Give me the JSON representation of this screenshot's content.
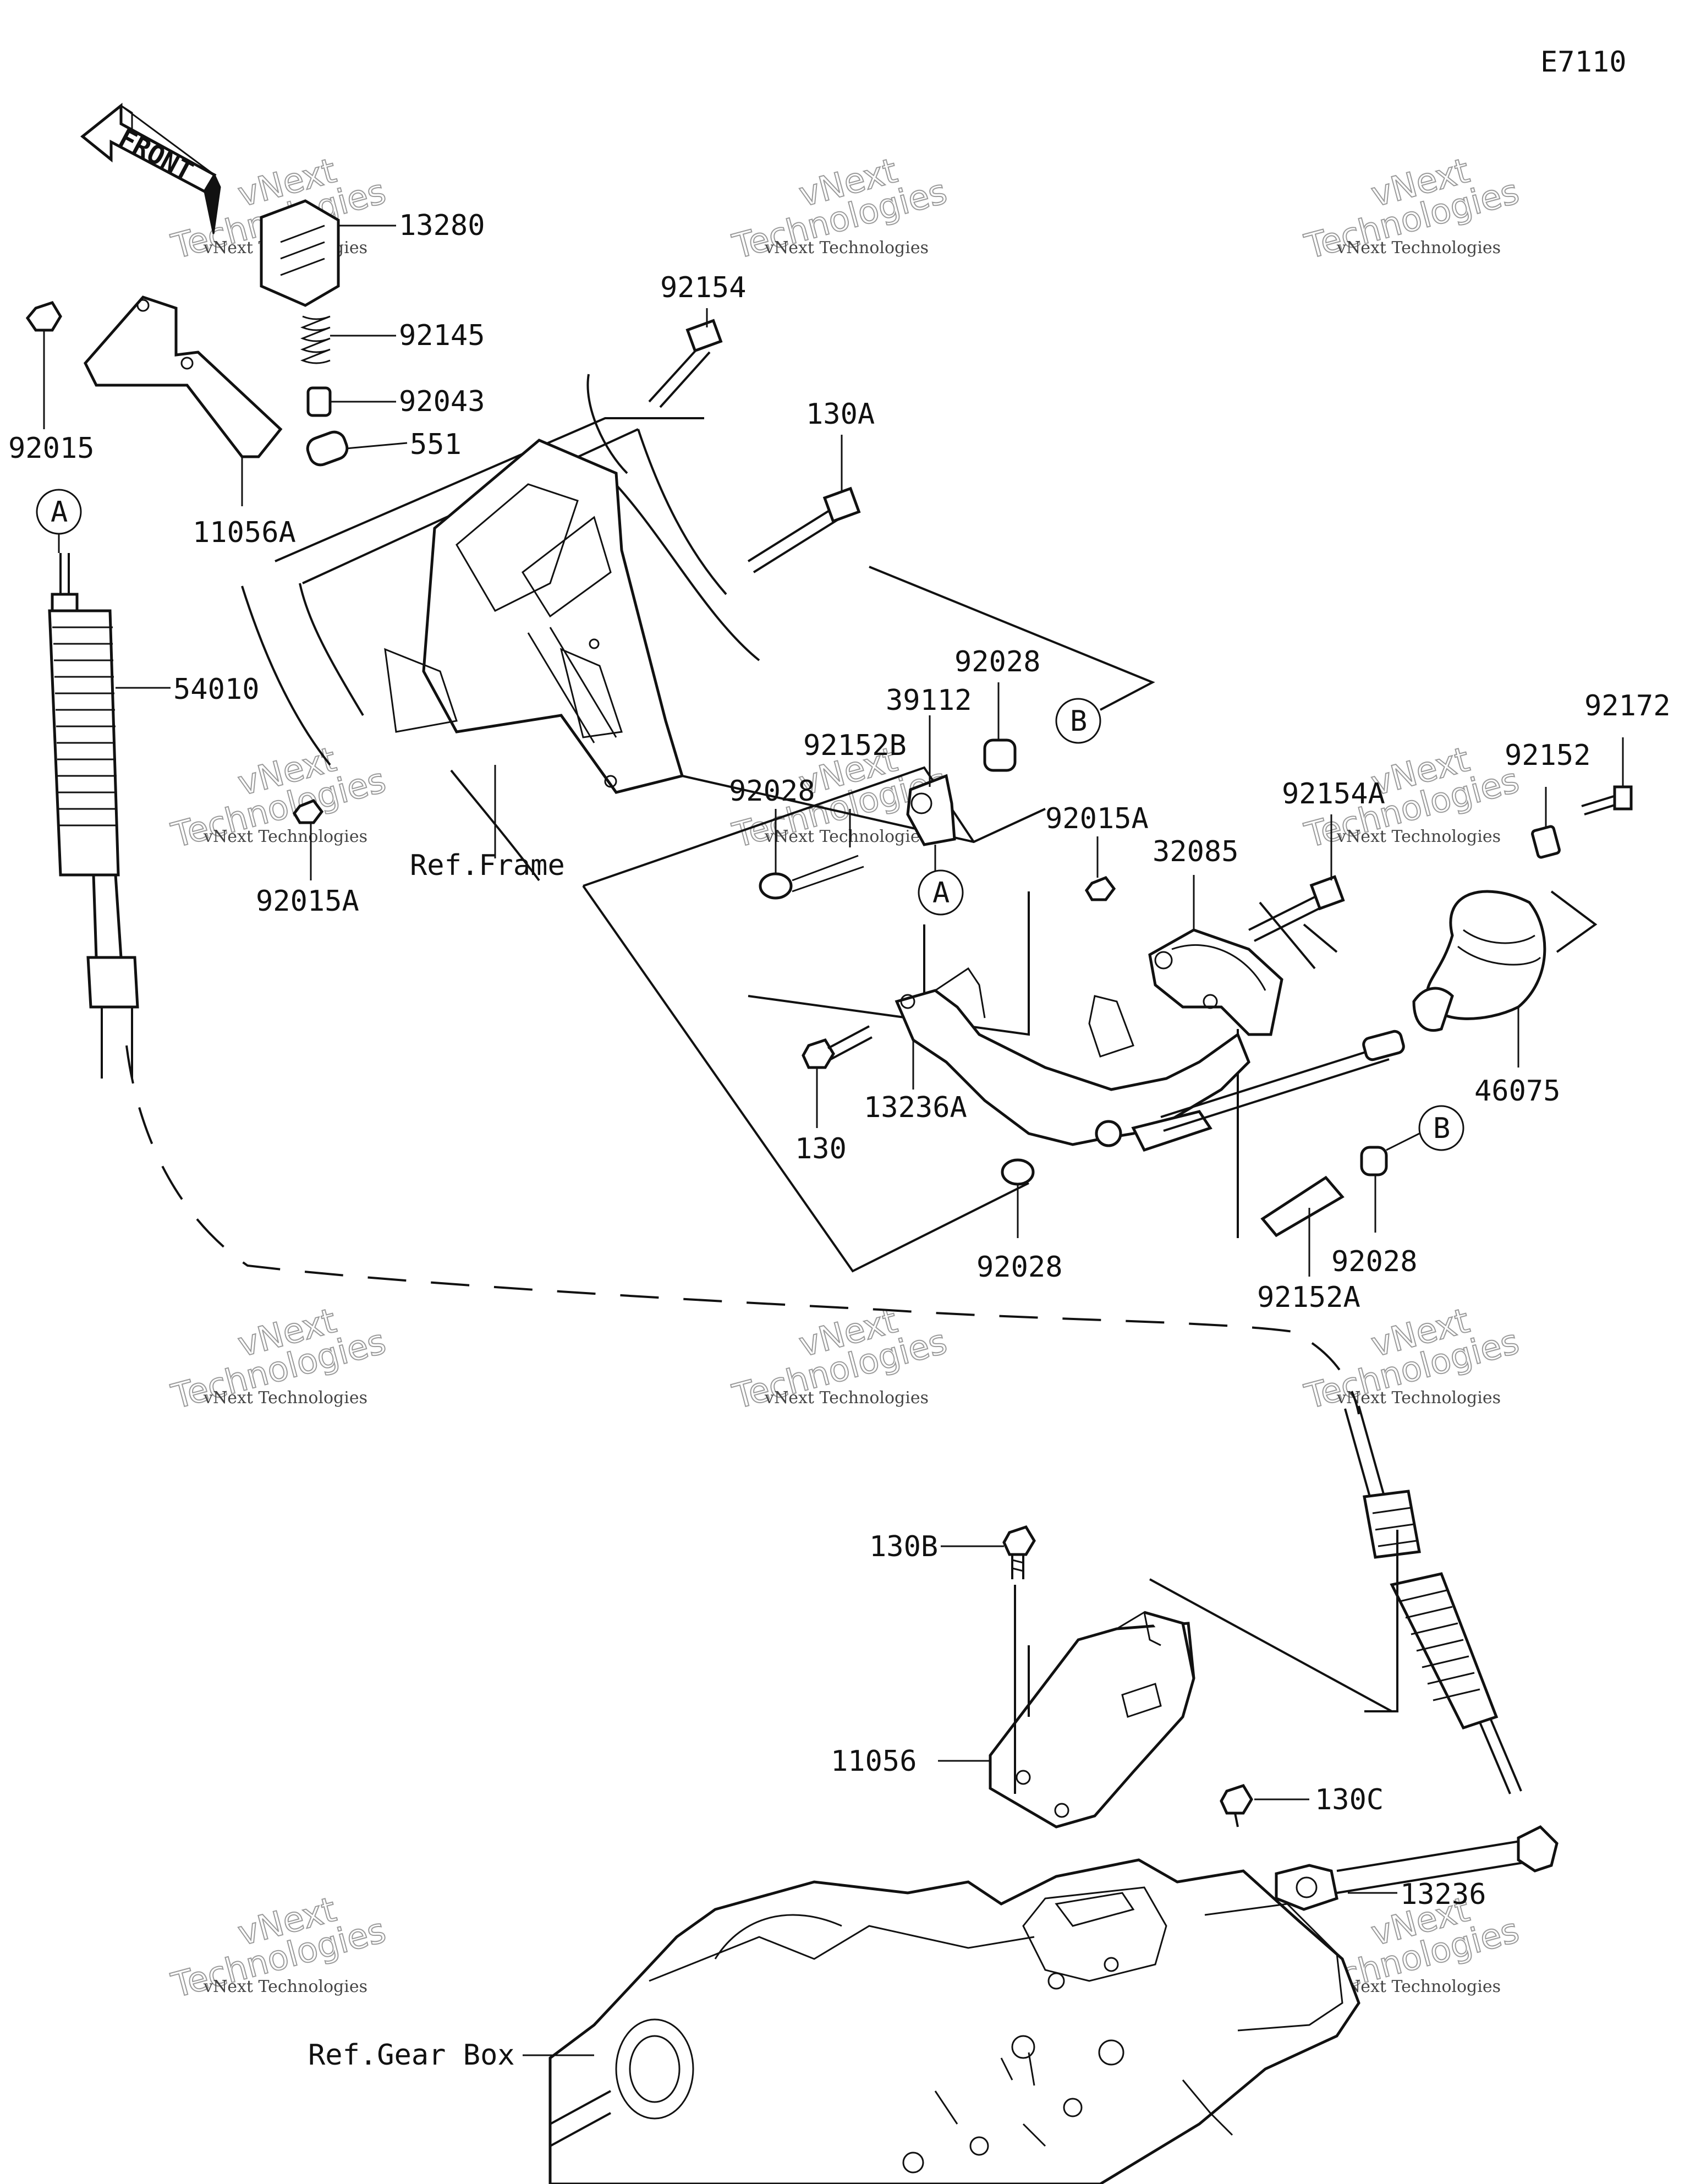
{
  "diagram_code": "E7110",
  "front_arrow_label": "FRONT",
  "callouts": {
    "A": "A",
    "B": "B"
  },
  "parts": {
    "p13280": "13280",
    "p92145": "92145",
    "p92043": "92043",
    "p551": "551",
    "p92015": "92015",
    "p11056A": "11056A",
    "p92154": "92154",
    "p130A": "130A",
    "p54010": "54010",
    "p92028_top": "92028",
    "p39112": "39112",
    "p92152B": "92152B",
    "p92028_left": "92028",
    "p92015A_mid": "92015A",
    "p92154A": "92154A",
    "p32085": "32085",
    "p92152": "92152",
    "p92172": "92172",
    "p92015A_left": "92015A",
    "p130": "130",
    "p13236A": "13236A",
    "p46075": "46075",
    "p92028_bottom": "92028",
    "p92028_right": "92028",
    "p92152A": "92152A",
    "p130B": "130B",
    "p11056": "11056",
    "p130C": "130C",
    "p13236": "13236"
  },
  "references": {
    "frame": "Ref.Frame",
    "gear_box": "Ref.Gear Box"
  },
  "watermark": {
    "line1": "vNext Technologies",
    "line2": "vNext",
    "line3": "Technologies"
  }
}
